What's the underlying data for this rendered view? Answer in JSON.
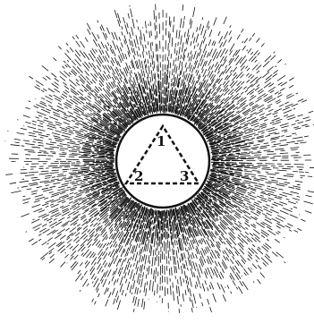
{
  "labels": {
    "top": "1",
    "left": "2",
    "right": "3"
  },
  "colors": {
    "ink": "#111111",
    "background": "#ffffff"
  }
}
